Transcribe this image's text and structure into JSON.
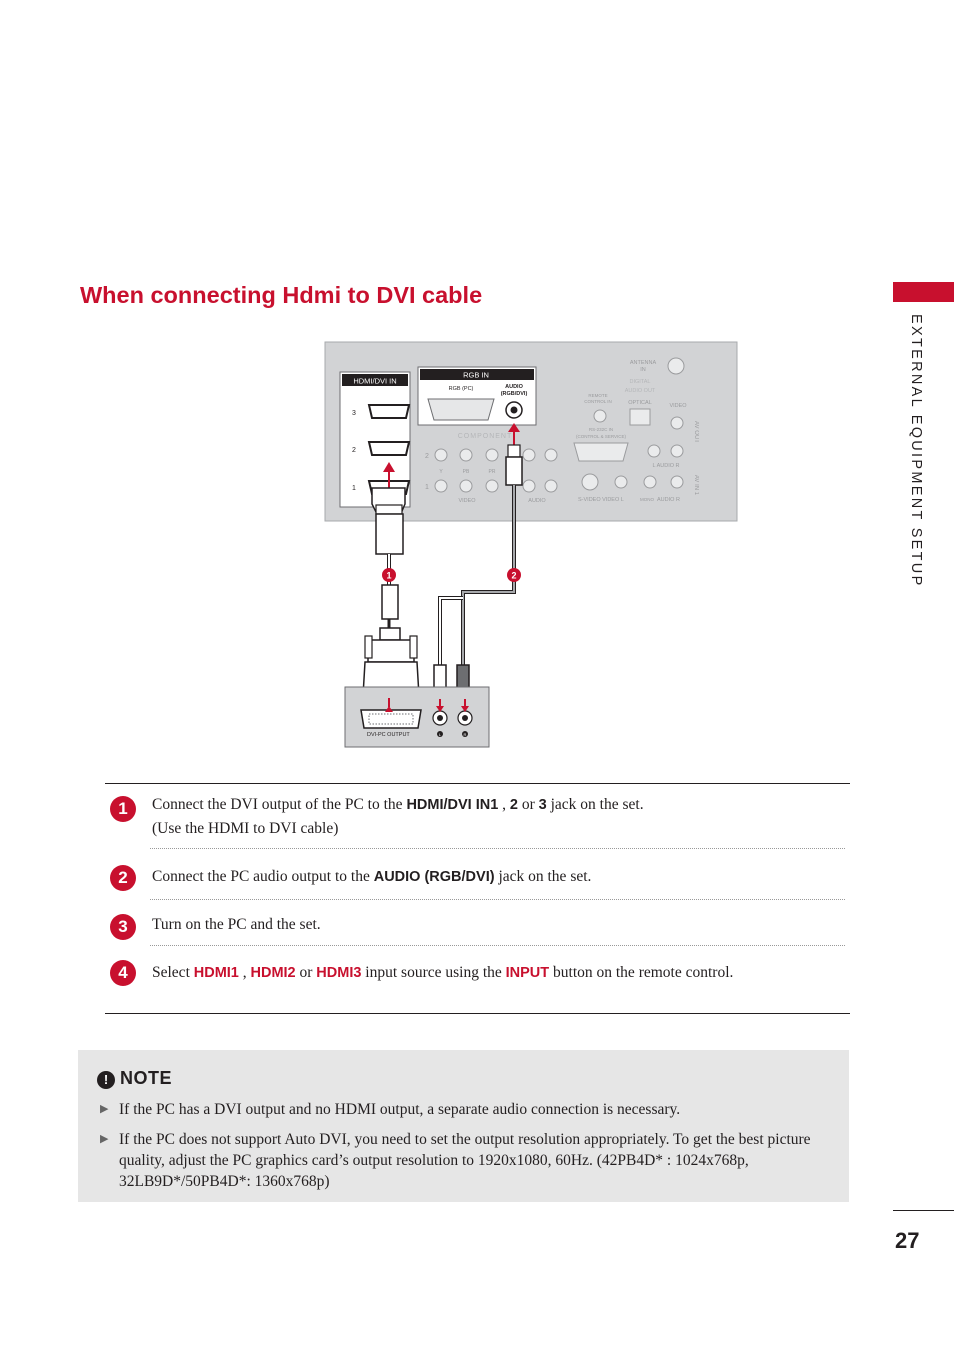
{
  "side_label": "EXTERNAL EQUIPMENT SETUP",
  "title": "When connecting Hdmi to DVI cable",
  "diagram": {
    "tv_panel": {
      "hdmi_header": "HDMI/DVI IN",
      "hdmi_port_numbers": [
        "3",
        "2",
        "1"
      ],
      "rgb_header": "RGB  IN",
      "rgb_pc_label": "RGB (PC)",
      "audio_label_1": "AUDIO",
      "audio_label_2": "(RGB/DVI)",
      "component_label": "COMPONENT",
      "component_row_2": "2",
      "component_row_1": "1",
      "y_label": "Y",
      "pb_label": "PB",
      "pr_label": "PR",
      "video_label": "VIDEO",
      "audio_group_label": "AUDIO",
      "antenna_1": "ANTENNA",
      "antenna_2": "IN",
      "digital_1": "DIGITAL",
      "digital_2": "AUDIO OUT",
      "optical": "OPTICAL",
      "remote_1": "REMOTE",
      "remote_2": "CONTROL IN",
      "rs232_1": "RS-232C IN",
      "rs232_2": "(CONTROL & SERVICE)",
      "video_side": "VIDEO",
      "av_out": "AV OUT",
      "l_audio_r": "L  AUDIO  R",
      "svideo_row": "S-VIDEO  VIDEO  L",
      "mono": "MONO",
      "audio_r": "AUDIO  R",
      "av_in": "AV IN 1"
    },
    "callouts": [
      "1",
      "2"
    ],
    "pc_panel": {
      "dvi_label": "DVI-PC    OUTPUT",
      "l_label": "L",
      "r_label": "R"
    }
  },
  "steps": [
    {
      "number": "1",
      "line1": {
        "t1": "Connect the DVI output of the PC to the ",
        "k1": "HDMI/DVI IN1",
        "t2": " , ",
        "k2": "2",
        "t3": "  or  ",
        "k3": "3",
        "t4": "  jack on the set."
      },
      "line2": "(Use the HDMI to DVI cable)"
    },
    {
      "number": "2",
      "t1": "Connect the PC audio output to the ",
      "k1": "AUDIO (RGB/DVI)",
      "t2": "  jack on the set."
    },
    {
      "number": "3",
      "text": "Turn on the PC and the set."
    },
    {
      "number": "4",
      "t1": "Select ",
      "k1": "HDMI1",
      "t2": " , ",
      "k2": "HDMI2",
      "t3": "  or  ",
      "k3": "HDMI3",
      "t4": "  input source using the ",
      "k4": "INPUT",
      "t5": "  button on the remote control."
    }
  ],
  "note": {
    "icon": "!",
    "heading": "NOTE",
    "bullet_glyph": "▶",
    "items": [
      "If the PC has a DVI output and no HDMI output, a separate audio connection is necessary.",
      "If the PC does not support Auto DVI, you need to set the output resolution appropriately. To get the best picture quality, adjust the PC graphics card’s output resolution to 1920x1080, 60Hz. (42PB4D* : 1024x768p, 32LB9D*/50PB4D*: 1360x768p)"
    ]
  },
  "page_number": "27",
  "colors": {
    "accent": "#c8102e",
    "panel_gray": "#d2d3d5",
    "note_bg": "#e6e6e6",
    "text": "#231f20"
  }
}
